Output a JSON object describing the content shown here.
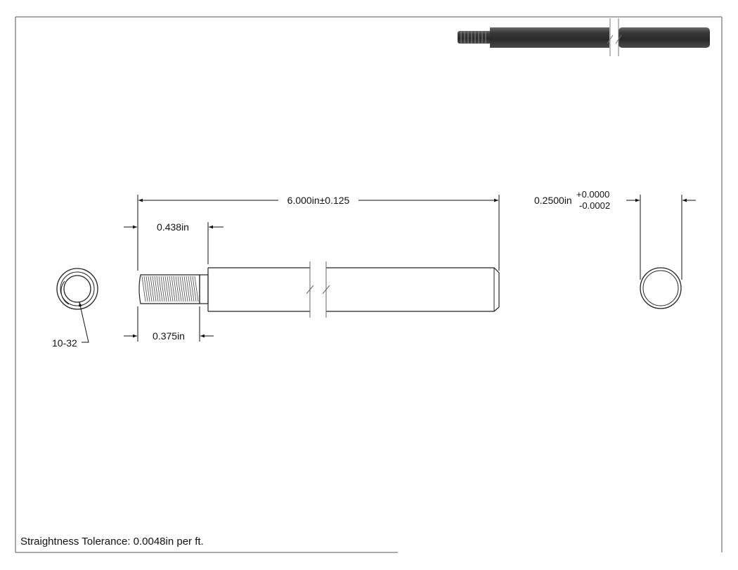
{
  "drawing": {
    "overall_length": "6.000in±0.125",
    "shoulder_length": "0.438in",
    "thread_length": "0.375in",
    "thread_callout": "10-32",
    "diameter": "0.2500in",
    "diameter_tol_plus": "+0.0000",
    "diameter_tol_minus": "-0.0002",
    "note": "Straightness Tolerance: 0.0048in per ft."
  }
}
